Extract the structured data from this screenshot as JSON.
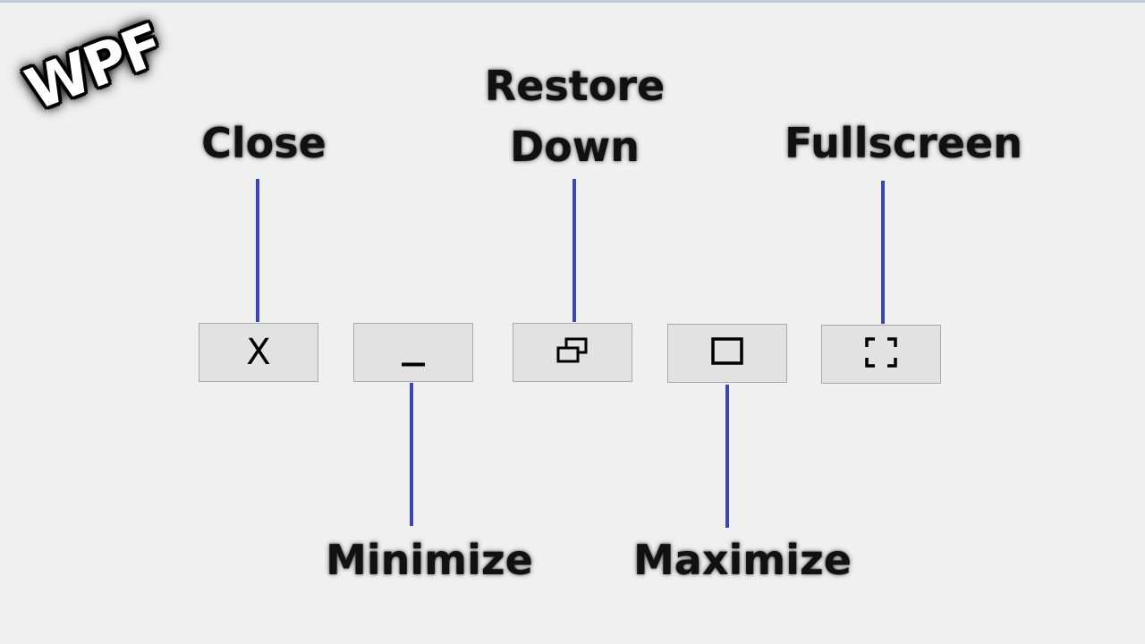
{
  "logo": {
    "text": "WPF"
  },
  "labels": {
    "close": "Close",
    "minimize": "Minimize",
    "restore_line1": "Restore",
    "restore_line2": "Down",
    "maximize": "Maximize",
    "fullscreen": "Fullscreen"
  },
  "buttons": {
    "close_glyph": "X",
    "minimize_icon": "minimize-icon",
    "restore_icon": "restore-down-icon",
    "maximize_icon": "maximize-icon",
    "fullscreen_icon": "fullscreen-icon"
  },
  "colors": {
    "background": "#f0f0f0",
    "connector": "#3b47b1",
    "button_fill": "#e2e2e2",
    "button_border": "#a9a9a9"
  }
}
